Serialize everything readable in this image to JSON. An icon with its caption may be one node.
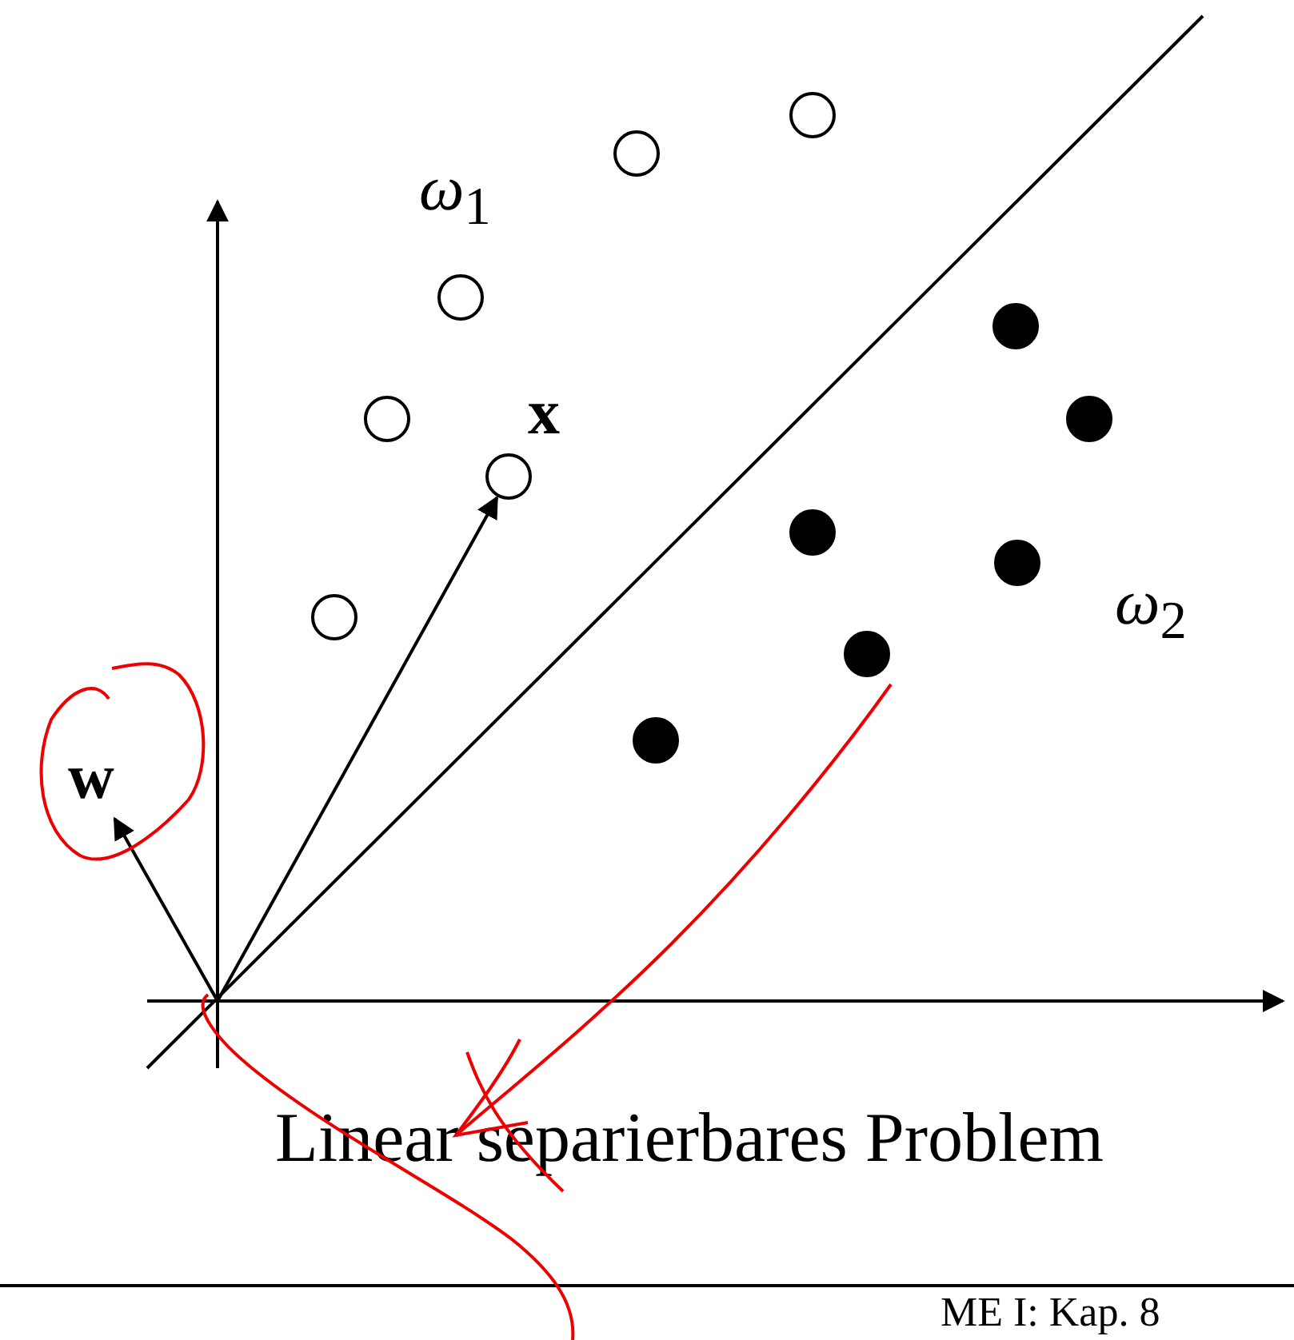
{
  "diagram": {
    "nodes": [
      {
        "text": [],
        "shape": "circle"
      },
      {
        "text": [],
        "shape": "circle"
      },
      {
        "text": [],
        "shape": "circle"
      },
      {
        "text": [],
        "shape": "circle"
      },
      {
        "text": [],
        "shape": "circle"
      },
      {
        "text": [],
        "shape": "circle"
      },
      {
        "text": [],
        "shape": "dot"
      },
      {
        "text": [],
        "shape": "dot"
      },
      {
        "text": [],
        "shape": "dot"
      },
      {
        "text": [],
        "shape": "dot"
      },
      {
        "text": [],
        "shape": "dot"
      },
      {
        "text": [],
        "shape": "dot"
      },
      {
        "text": [
          "w"
        ]
      }
    ],
    "edges": [
      {
        "from": null,
        "to": 4,
        "arrow": "to"
      },
      {
        "from": null,
        "to": 12,
        "arrow": "to"
      }
    ],
    "labels": [
      "*ω*$_{1}$",
      "x",
      "*ω*$_{2}$",
      "Linear separierbares Problem",
      "ME I: Kap. 8"
    ]
  }
}
